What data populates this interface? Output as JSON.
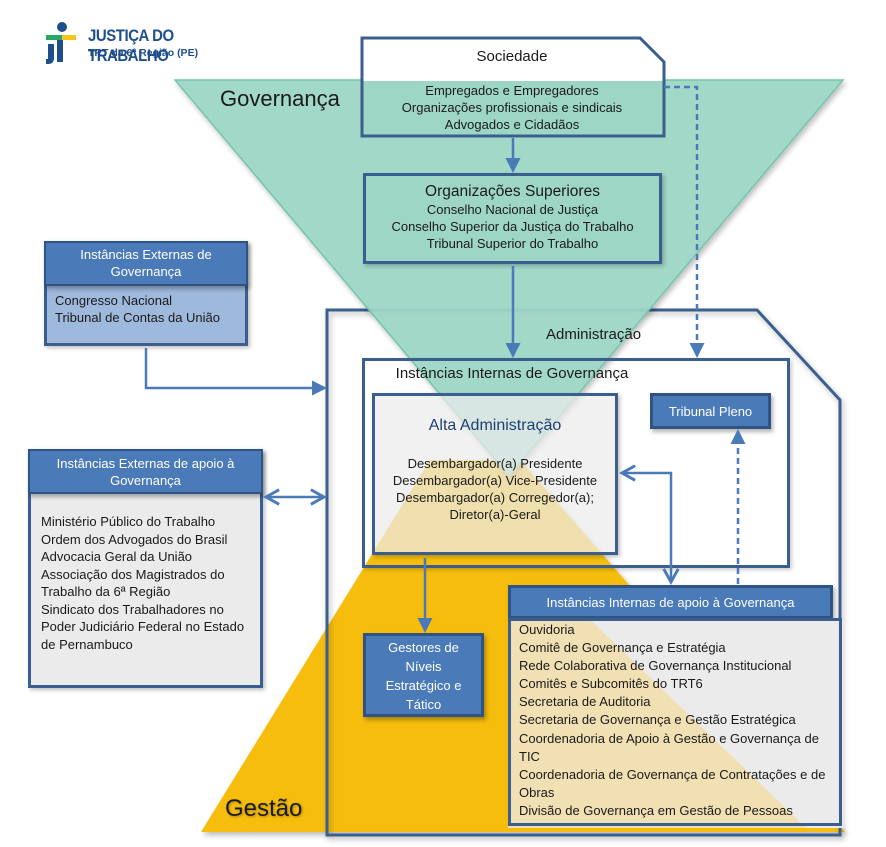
{
  "logo": {
    "title": "JUSTIÇA DO TRABALHO",
    "subtitle": "TRT da 6ª Região (PE)"
  },
  "colors": {
    "governance_green": "#9ed6c6",
    "management_yellow": "#f6bd0f",
    "box_border": "#3a5f8f",
    "header_blue": "#4a7ab8",
    "light_blue_fill": "#9fb9dc",
    "grey_fill": "#ebebeb"
  },
  "zones": {
    "governanca": "Governança",
    "gestao": "Gestão",
    "administracao": "Administração"
  },
  "sociedade": {
    "title": "Sociedade",
    "items": [
      "Empregados e Empregadores",
      "Organizações profissionais e sindicais",
      "Advogados e Cidadãos"
    ]
  },
  "organizacoes_superiores": {
    "title": "Organizações Superiores",
    "items": [
      "Conselho Nacional de Justiça",
      "Conselho Superior da Justiça do Trabalho",
      "Tribunal  Superior do Trabalho"
    ]
  },
  "instancias_externas_governanca": {
    "title_lines": [
      "Instâncias Externas  de",
      "Governança"
    ],
    "items": [
      "Congresso Nacional",
      "Tribunal  de Contas da União"
    ]
  },
  "instancias_externas_apoio": {
    "title_lines": [
      "Instâncias Externas de apoio à",
      "Governança"
    ],
    "items": [
      "Ministério Público do Trabalho",
      "Ordem dos Advogados do Brasil",
      "Advocacia Geral da União",
      "Associação dos Magistrados do",
      "Trabalho da 6ª Região",
      "Sindicato dos Trabalhadores no",
      "Poder Judiciário Federal no Estado",
      "de Pernambuco"
    ]
  },
  "instancias_internas_governanca": {
    "title": "Instâncias Internas de Governança"
  },
  "alta_administracao": {
    "title": "Alta Administração",
    "items": [
      "Desembargador(a) Presidente",
      "Desembargador(a) Vice-Presidente",
      "Desembargador(a) Corregedor(a);",
      "Diretor(a)-Geral"
    ]
  },
  "tribunal_pleno": {
    "title": "Tribunal Pleno"
  },
  "gestores": {
    "title_lines": [
      "Gestores de",
      "Níveis",
      "Estratégico e",
      "Tático"
    ]
  },
  "instancias_internas_apoio": {
    "title": "Instâncias Internas  de apoio à Governança",
    "items": [
      "Ouvidoria",
      "Comitê de Governança e Estratégia",
      "Rede Colaborativa de Governança Institucional",
      "Comitês e Subcomitês do TRT6",
      "Secretaria de Auditoria",
      "Secretaria de Governança e Gestão Estratégica",
      "Coordenadoria de Apoio à Gestão e Governança de",
      "TIC",
      "Coordenadoria de Governança de Contratações e de",
      "Obras",
      "Divisão de Governança em Gestão de Pessoas"
    ]
  }
}
